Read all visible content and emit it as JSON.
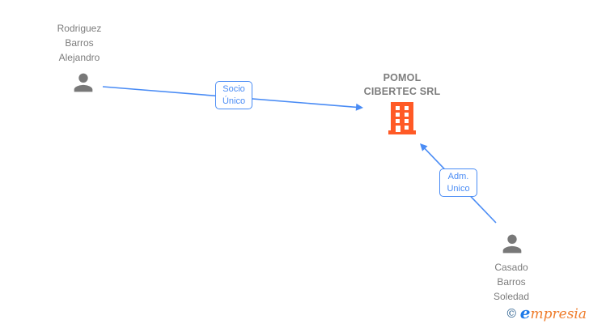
{
  "colors": {
    "accent-blue": "#4a8cf5",
    "brand-orange": "#ff5a26",
    "text-gray": "#7c7c7c",
    "icon-gray": "#787878",
    "window-white": "#ffffff",
    "logo-navy": "#2f6391",
    "logo-blue": "#1d79e8",
    "logo-orange": "#ef7e2e",
    "background": "#ffffff"
  },
  "diagram": {
    "company": {
      "name": "POMOL\nCIBERTEC SRL"
    },
    "persons": [
      {
        "name": "Rodriguez\nBarros\nAlejandro"
      },
      {
        "name": "Casado\nBarros\nSoledad"
      }
    ],
    "edges": [
      {
        "label": "Socio\nÚnico",
        "from": "Rodriguez Barros Alejandro",
        "to": "POMOL CIBERTEC SRL"
      },
      {
        "label": "Adm.\nUnico",
        "from": "Casado Barros Soledad",
        "to": "POMOL CIBERTEC SRL"
      }
    ]
  },
  "footer": {
    "copyright_symbol": "©",
    "brand_first_letter": "e",
    "brand_rest": "mpresia"
  }
}
